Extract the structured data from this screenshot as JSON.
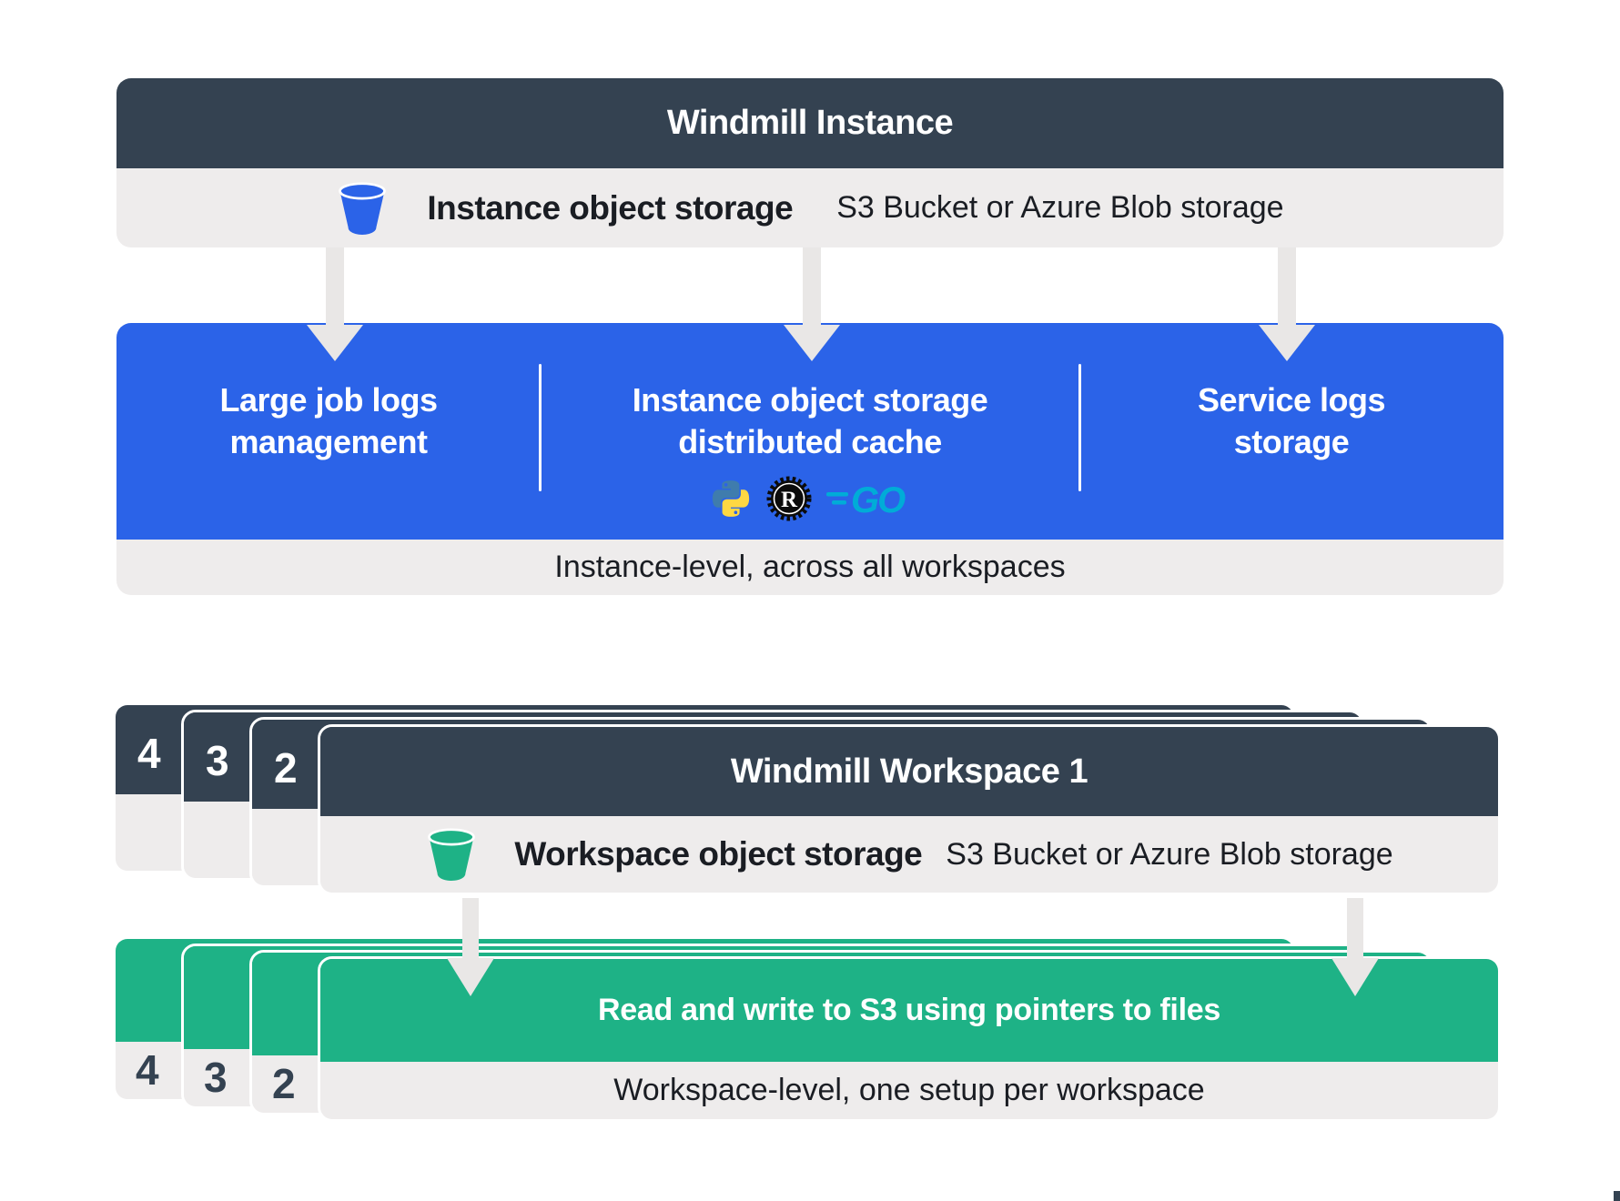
{
  "colors": {
    "dark_slate": "#344251",
    "blue": "#2b63e8",
    "green": "#1eb286",
    "bar_gray": "#eeecec",
    "arrow_gray": "#e9e7e6",
    "text_dark": "#1a1d23",
    "python_blue": "#3f7cad",
    "python_yellow": "#fed843",
    "rust_black": "#0b0b0b",
    "go_teal": "#00acd7"
  },
  "instance": {
    "title": "Windmill Instance",
    "storage_label": "Instance object storage",
    "storage_sub": "S3 Bucket or Azure Blob storage",
    "storage_icon": "bucket-icon-blue",
    "columns": [
      {
        "line1": "Large job logs",
        "line2": "management"
      },
      {
        "line1": "Instance object storage",
        "line2": "distributed cache"
      },
      {
        "line1": "Service logs",
        "line2": "storage"
      }
    ],
    "language_icons": [
      "python-logo-icon",
      "rust-logo-icon",
      "go-logo-icon"
    ],
    "caption": "Instance-level, across all workspaces"
  },
  "workspace": {
    "title": "Windmill Workspace 1",
    "storage_label": "Workspace object storage",
    "storage_sub": "S3 Bucket or Azure Blob storage",
    "storage_icon": "bucket-icon-green",
    "stack_numbers": [
      "4",
      "3",
      "2"
    ],
    "green_title": "Read and write to S3 using pointers to files",
    "caption": "Workspace-level, one setup per workspace"
  }
}
